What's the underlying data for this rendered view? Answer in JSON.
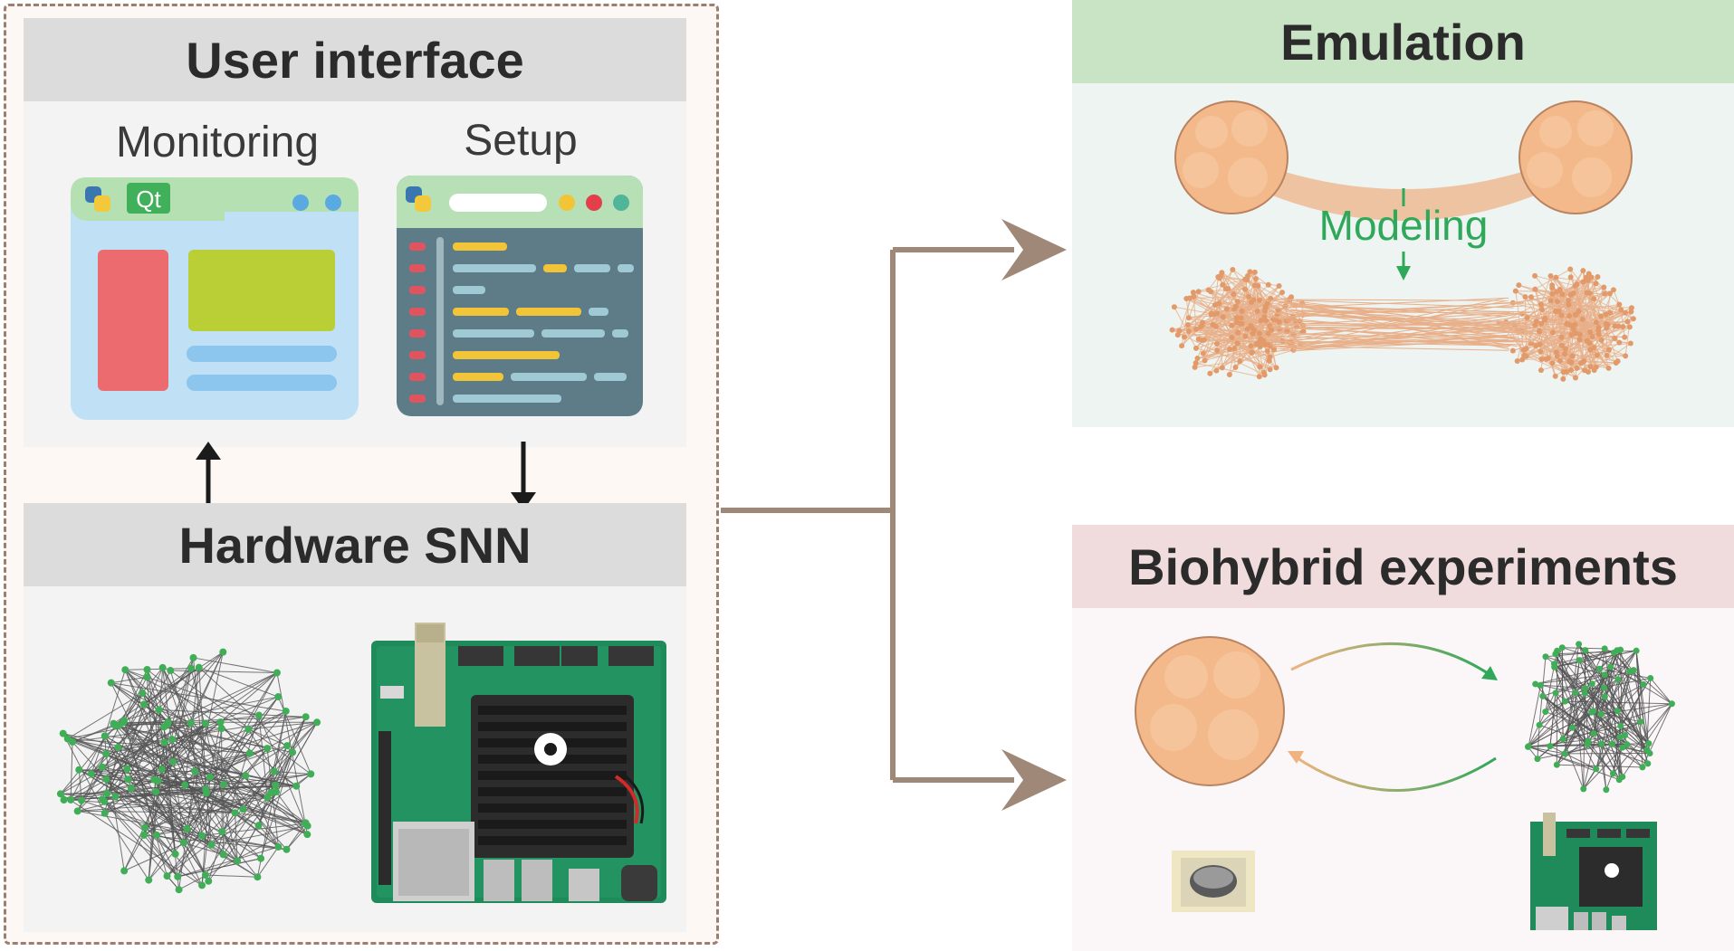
{
  "left_panel": {
    "user_interface_title": "User interface",
    "monitoring_label": "Monitoring",
    "setup_label": "Setup",
    "qt_badge": "Qt",
    "hardware_title": "Hardware SNN"
  },
  "emulation": {
    "title": "Emulation",
    "modeling_label": "Modeling"
  },
  "biohybrid": {
    "title": "Biohybrid experiments"
  },
  "colors": {
    "arrow": "#a08878",
    "emulation_header": "#c9e3c5",
    "biohybrid_header": "#f0dcdc",
    "node_green": "#3fae57",
    "organoid": "#f3b98b"
  },
  "icons": [
    "python-icon",
    "qt-icon",
    "window-icon",
    "code-editor-icon",
    "fpga-board-icon",
    "organoid-icon",
    "neural-network-icon",
    "mea-chip-icon"
  ]
}
